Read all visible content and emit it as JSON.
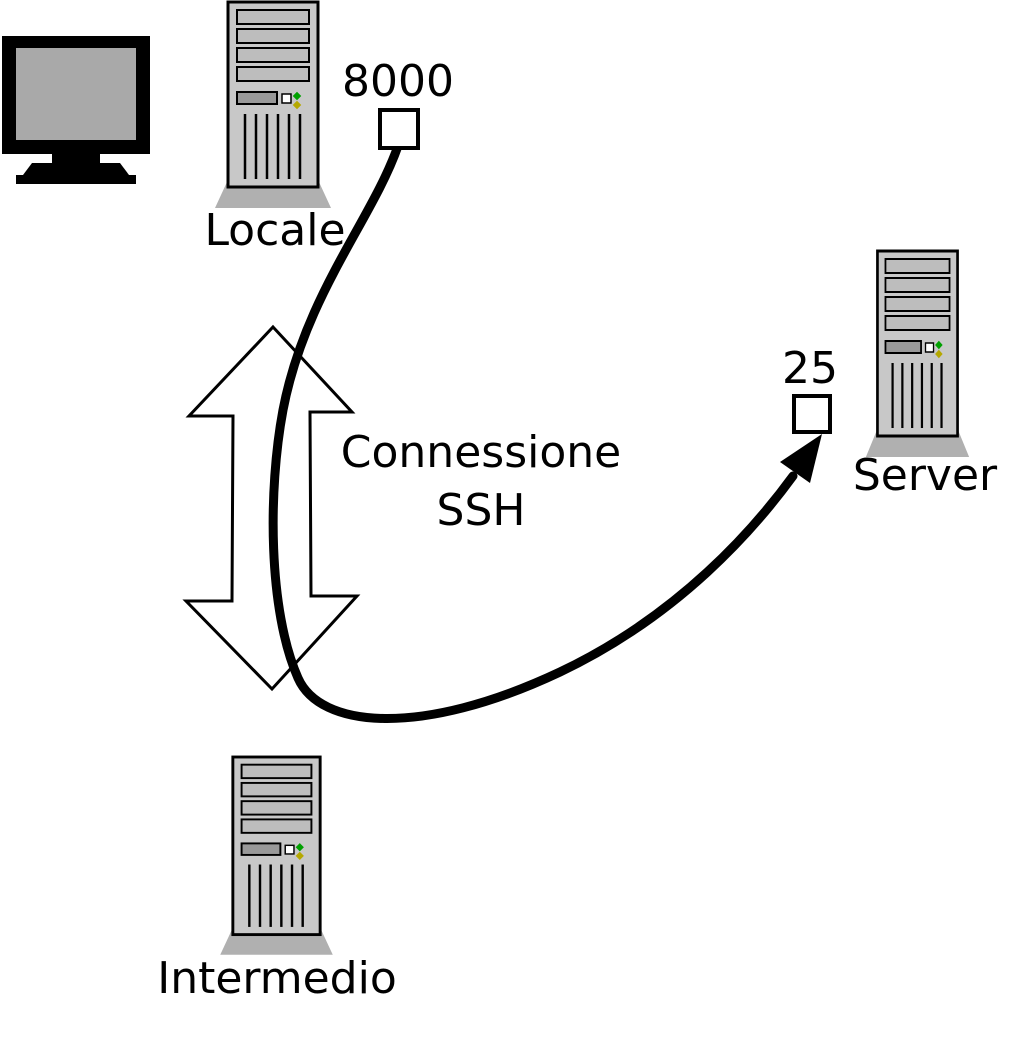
{
  "diagram": {
    "nodes": {
      "local": {
        "label": "Locale",
        "port": "8000"
      },
      "intermediate": {
        "label": "Intermedio"
      },
      "server": {
        "label": "Server",
        "port": "25"
      }
    },
    "connection": {
      "line1": "Connessione",
      "line2": "SSH"
    },
    "colors": {
      "background": "#ffffff",
      "outline": "#000000",
      "tower_body": "#c8c8c8",
      "tower_slot": "#bdbdbd",
      "tower_base": "#b0b0b0",
      "drive_bay": "#999999",
      "monitor_screen": "#a9a9a9",
      "led_green": "#00a000",
      "led_amber": "#b5a800",
      "port_box": "#ffffff"
    }
  }
}
